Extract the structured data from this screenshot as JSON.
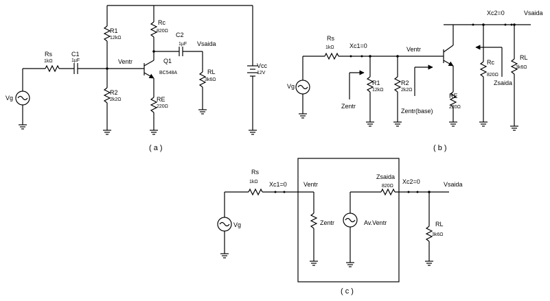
{
  "circuit_a": {
    "caption": "( a )",
    "rs": {
      "name": "Rs",
      "value": "1kΩ"
    },
    "c1": {
      "name": "C1",
      "value": "1µF"
    },
    "r1": {
      "name": "R1",
      "value": "12kΩ"
    },
    "r2": {
      "name": "R2",
      "value": "2k2Ω"
    },
    "rc": {
      "name": "Rc",
      "value": "820Ω"
    },
    "re": {
      "name": "RE",
      "value": "220Ω"
    },
    "c2": {
      "name": "C2",
      "value": "1µF"
    },
    "rl": {
      "name": "RL",
      "value": "3k6Ω"
    },
    "q1": {
      "name": "Q1",
      "value": "BC548A"
    },
    "vcc": {
      "name": "Vcc",
      "value": "12V"
    },
    "vg": "Vg",
    "ventr": "Ventr",
    "vsaida": "Vsaida"
  },
  "circuit_b": {
    "caption": "( b )",
    "rs": {
      "name": "Rs",
      "value": "1kΩ"
    },
    "xc1": "Xc1=0",
    "xc2": "Xc2=0",
    "r1": {
      "name": "R1",
      "value": "12kΩ"
    },
    "r2": {
      "name": "R2",
      "value": "2k2Ω"
    },
    "rc": {
      "name": "Rc",
      "value": "820Ω"
    },
    "re": {
      "name": "RE",
      "value": "220Ω"
    },
    "rl": {
      "name": "RL",
      "value": "3k6Ω"
    },
    "vg": "Vg",
    "ventr": "Ventr",
    "vsaida": "Vsaida",
    "zentr": "Zentr",
    "zentr_base": "Zentr(base)",
    "zsaida": "Zsaida"
  },
  "circuit_c": {
    "caption": "( c )",
    "rs": {
      "name": "Rs",
      "value": "1kΩ"
    },
    "xc1": "Xc1=0",
    "xc2": "Xc2=0",
    "ventr": "Ventr",
    "zentr": "Zentr",
    "zsaida": {
      "name": "Zsaida",
      "value": "820Ω"
    },
    "source": "Av.Ventr",
    "rl": {
      "name": "RL",
      "value": "3k6Ω"
    },
    "vg": "Vg",
    "vsaida": "Vsaida"
  }
}
